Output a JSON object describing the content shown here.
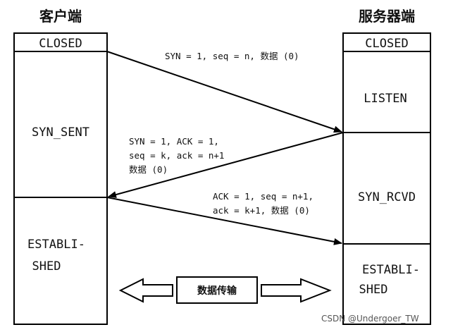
{
  "client": {
    "title": "客户端",
    "states": [
      "CLOSED",
      "SYN_SENT",
      "ESTABLI-",
      "SHED"
    ]
  },
  "server": {
    "title": "服务器端",
    "states": [
      "CLOSED",
      "LISTEN",
      "SYN_RCVD",
      "ESTABLI-",
      "SHED"
    ]
  },
  "messages": {
    "syn": "SYN = 1, seq = n, 数据 (0)",
    "synack": [
      "SYN = 1, ACK = 1,",
      "seq = k, ack = n+1",
      "数据 (0)"
    ],
    "ack": [
      "ACK = 1, seq = n+1,",
      "ack = k+1, 数据 (0)"
    ]
  },
  "data_transfer": "数据传输",
  "watermark": "CSDN @Undergoer_TW"
}
